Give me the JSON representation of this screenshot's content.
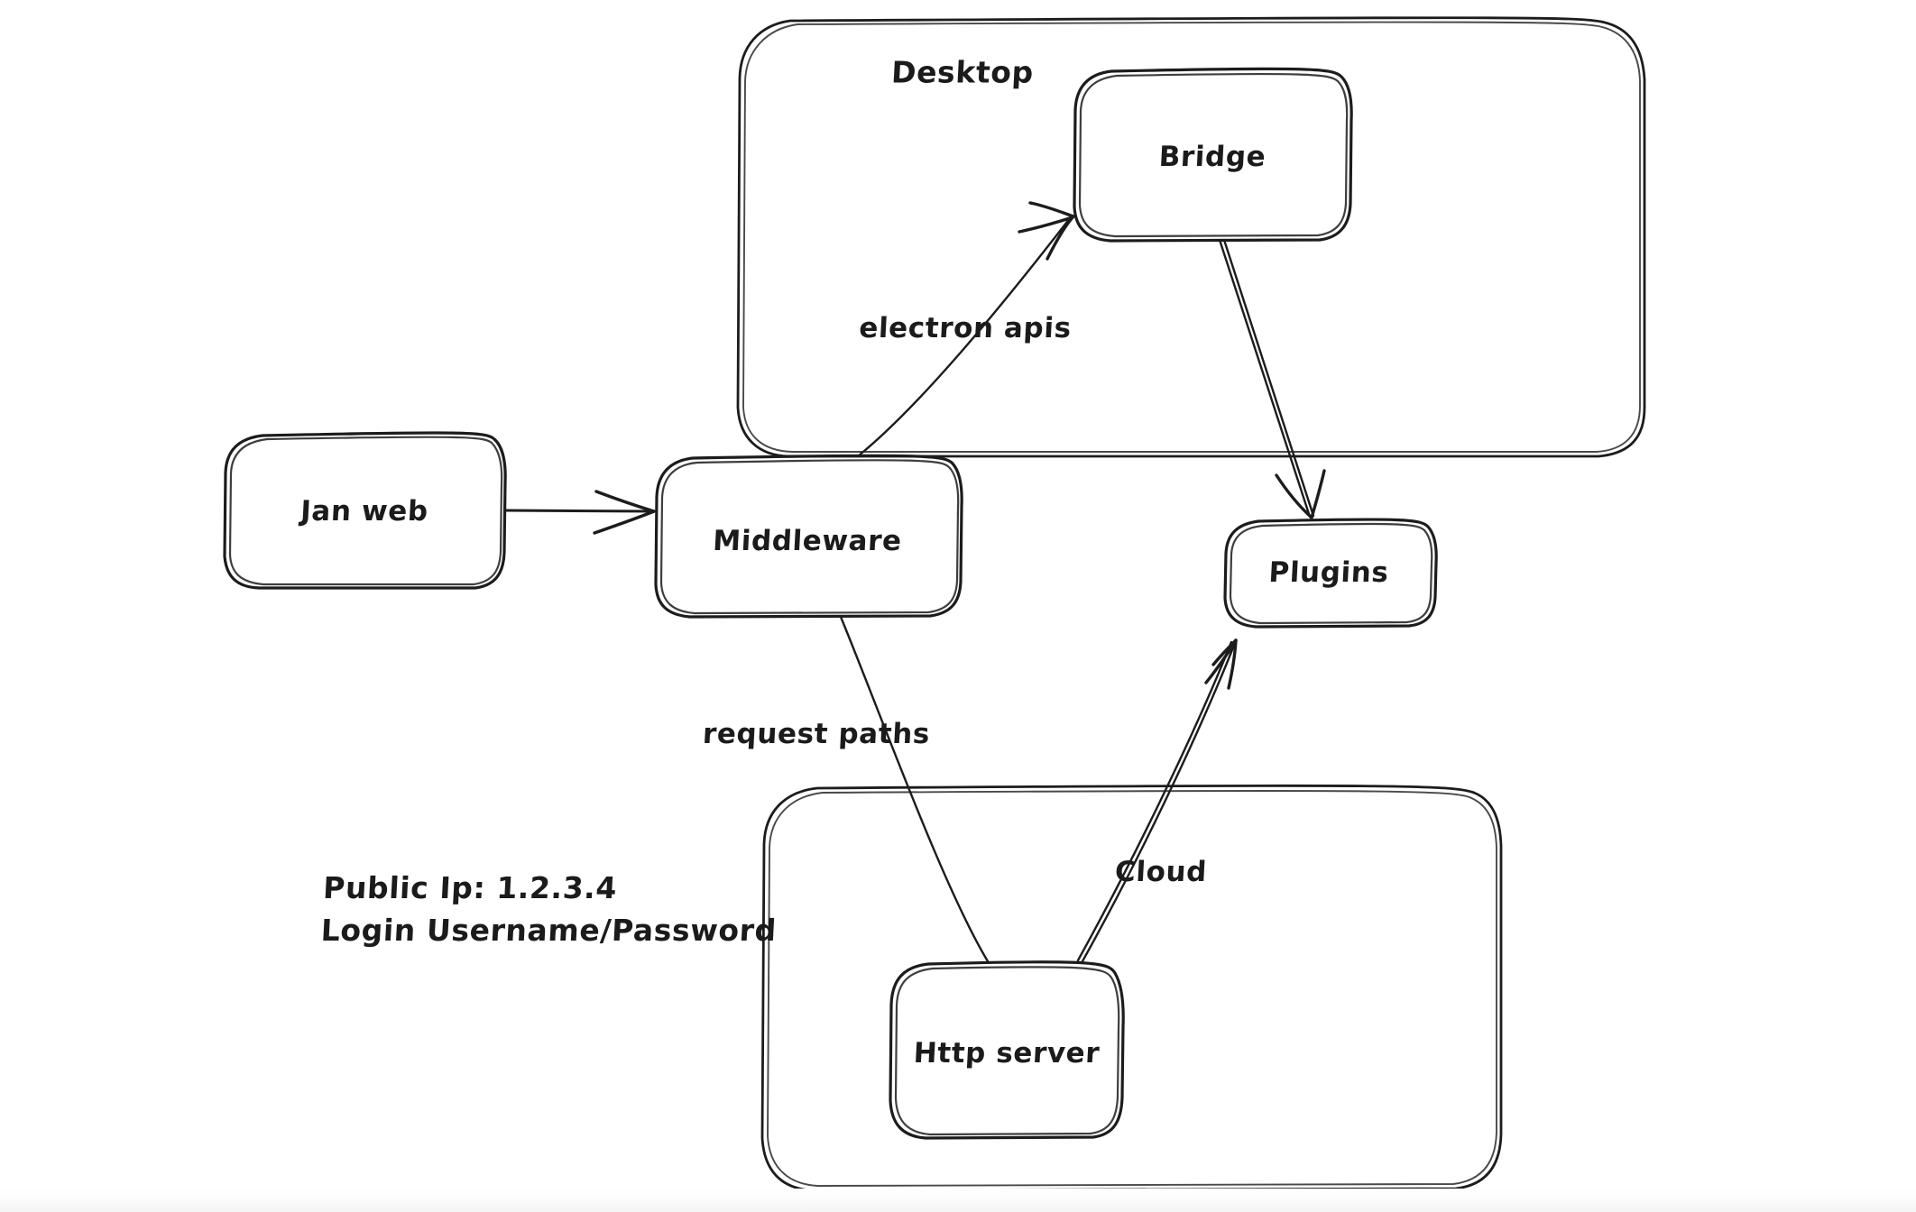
{
  "diagram": {
    "title": "Jan architecture whiteboard sketch",
    "style": "hand-drawn excalidraw",
    "background_color": "#ffffff",
    "ink_color": "#1c1c1c",
    "groups": [
      {
        "id": "desktop",
        "label": "Desktop"
      },
      {
        "id": "cloud",
        "label": ""
      }
    ],
    "nodes": [
      {
        "id": "jan-web",
        "label": "Jan web"
      },
      {
        "id": "middleware",
        "label": "Middleware"
      },
      {
        "id": "bridge",
        "label": "Bridge"
      },
      {
        "id": "plugins",
        "label": "Plugins"
      },
      {
        "id": "http-server",
        "label": "Http server"
      }
    ],
    "edges": [
      {
        "id": "janweb-to-middleware",
        "label": "",
        "from": "jan-web",
        "to": "middleware"
      },
      {
        "id": "middleware-to-bridge",
        "label": "electron apis",
        "from": "middleware",
        "to": "bridge"
      },
      {
        "id": "bridge-to-plugins",
        "label": "",
        "from": "bridge",
        "to": "plugins"
      },
      {
        "id": "middleware-to-http",
        "label": "request paths",
        "from": "middleware",
        "to": "http-server"
      },
      {
        "id": "http-to-plugins",
        "label": "Cloud",
        "from": "http-server",
        "to": "plugins"
      }
    ],
    "notes": {
      "id": "server-credentials",
      "lines": [
        "Public Ip: 1.2.3.4",
        "Login Username/Password"
      ]
    }
  }
}
